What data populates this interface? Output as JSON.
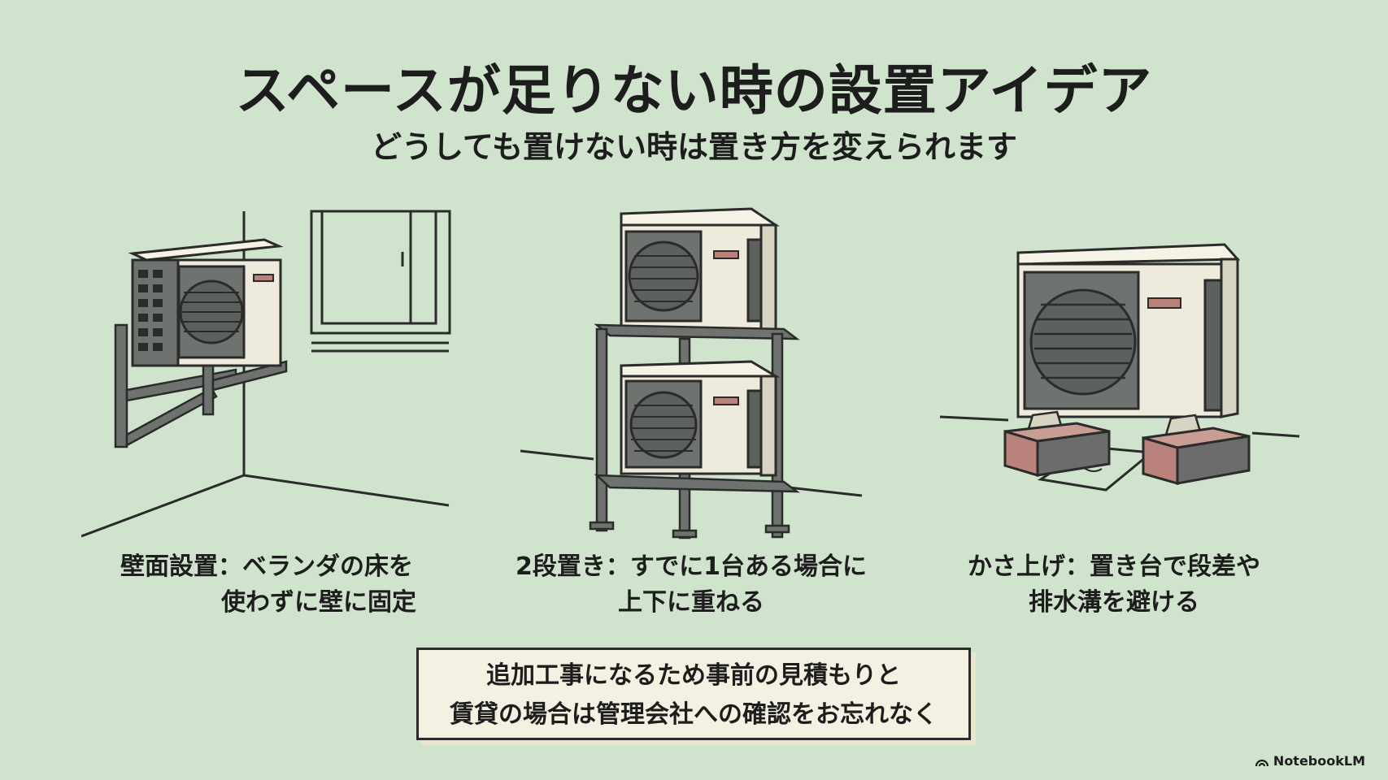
{
  "title": "スペースが足りない時の設置アイデア",
  "subtitle": "どうしても置けない時は置き方を変えられます",
  "methods": [
    {
      "line1": "壁面設置：ベランダの床を",
      "line2": "使わずに壁に固定"
    },
    {
      "line1": "2段置き：すでに1台ある場合に",
      "line2": "上下に重ねる"
    },
    {
      "line1": "かさ上げ：置き台で段差や",
      "line2": "排水溝を避ける"
    }
  ],
  "note": {
    "line1": "追加工事になるため事前の見積もりと",
    "line2": "賃貸の場合は管理会社への確認をお忘れなく"
  },
  "brand": "NotebookLM",
  "colors": {
    "background": "#cfe3cd",
    "unit_body": "#efebdc",
    "unit_panel": "#6f7370",
    "outline": "#2b2b2b",
    "block_brick": "#b9827a",
    "block_concrete": "#6c6c6c"
  }
}
